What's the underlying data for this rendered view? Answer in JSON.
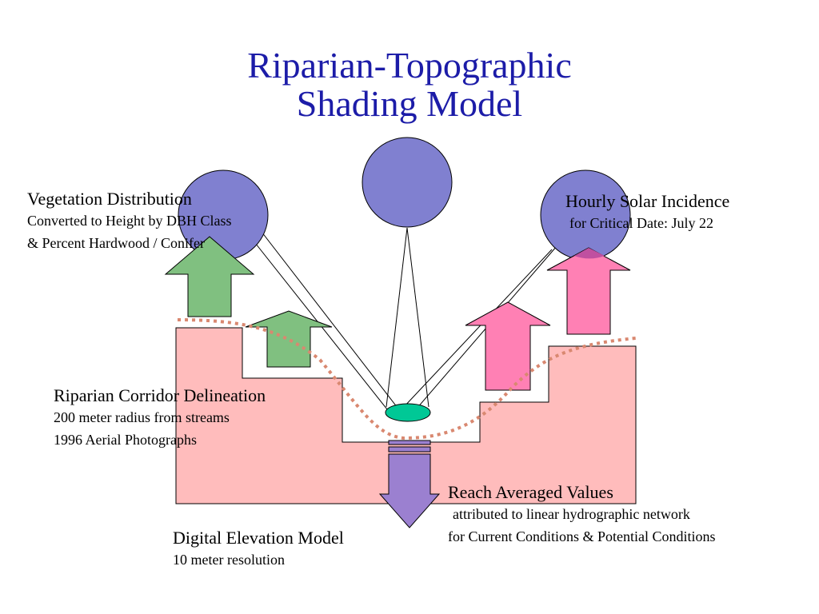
{
  "title": {
    "line1": "Riparian-Topographic",
    "line2": "Shading Model"
  },
  "labels": {
    "vegetation": {
      "heading": "Vegetation Distribution",
      "line1": "Converted to Height by DBH Class",
      "line2": "& Percent Hardwood / Conifer"
    },
    "solar": {
      "heading": "Hourly Solar Incidence",
      "line1": "for Critical Date: July 22"
    },
    "riparian": {
      "heading": "Riparian Corridor Delineation",
      "line1": "200 meter radius from streams",
      "line2": "1996 Aerial Photographs"
    },
    "reach": {
      "heading": "Reach Averaged Values",
      "line1": "attributed to linear hydrographic network",
      "line2": "for Current Conditions & Potential Conditions"
    },
    "dem": {
      "heading": "Digital Elevation Model",
      "line1": "10 meter resolution"
    }
  },
  "colors": {
    "title": "#1c1ca8",
    "terrain_fill": "#ffbcbc",
    "sun": "#8080d0",
    "green_arrow": "#80c080",
    "pink_arrow": "#ff80b4",
    "stream": "#00c896",
    "reach_arrow": "#9b80d0",
    "dotted_curve": "#d98870"
  }
}
